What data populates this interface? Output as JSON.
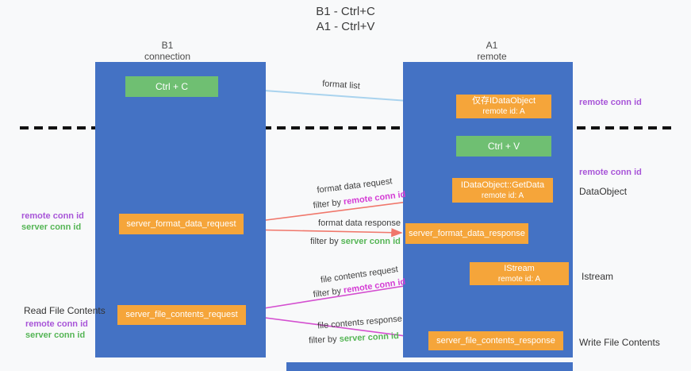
{
  "title": {
    "line1": "B1 - Ctrl+C",
    "line2": "A1 - Ctrl+V"
  },
  "columns": {
    "left": {
      "name": "B1",
      "role": "connection"
    },
    "right": {
      "name": "A1",
      "role": "remote"
    }
  },
  "actions": {
    "copy": "Ctrl + C",
    "paste": "Ctrl + V"
  },
  "boxes": {
    "idataobject": {
      "line1": "仅存IDataObject",
      "line2": "remote id: A"
    },
    "getdata": {
      "line1": "IDataObject::GetData",
      "line2": "remote id: A"
    },
    "istream": {
      "line1": "IStream",
      "line2": "remote id: A"
    },
    "format_request": "server_format_data_request",
    "format_response": "server_format_data_response",
    "file_request": "server_file_contents_request",
    "file_response": "server_file_contents_response"
  },
  "arrow_labels": {
    "format_list": "format list",
    "format_data_request": "format data request",
    "format_data_response": "format data response",
    "file_contents_request": "file contents request",
    "file_contents_response": "file contents response",
    "filter_by": "filter by",
    "remote_conn_id": "remote conn id",
    "server_conn_id": "server conn id"
  },
  "side_labels": {
    "remote_conn_id": "remote conn id",
    "server_conn_id": "server conn id",
    "dataobject": "DataObject",
    "istream": "Istream",
    "read_file_contents": "Read File Contents",
    "write_file_contents": "Write File Contents"
  },
  "colors": {
    "column_blue": "#4472c4",
    "box_orange": "#f5a53a",
    "action_green": "#6fbf72",
    "arrow_blue": "#a9d3ee",
    "arrow_red": "#f0776b",
    "arrow_magenta": "#d44fd0",
    "purple_text": "#a855d8",
    "magenta_text": "#d43bd4",
    "green_text": "#55b555"
  }
}
